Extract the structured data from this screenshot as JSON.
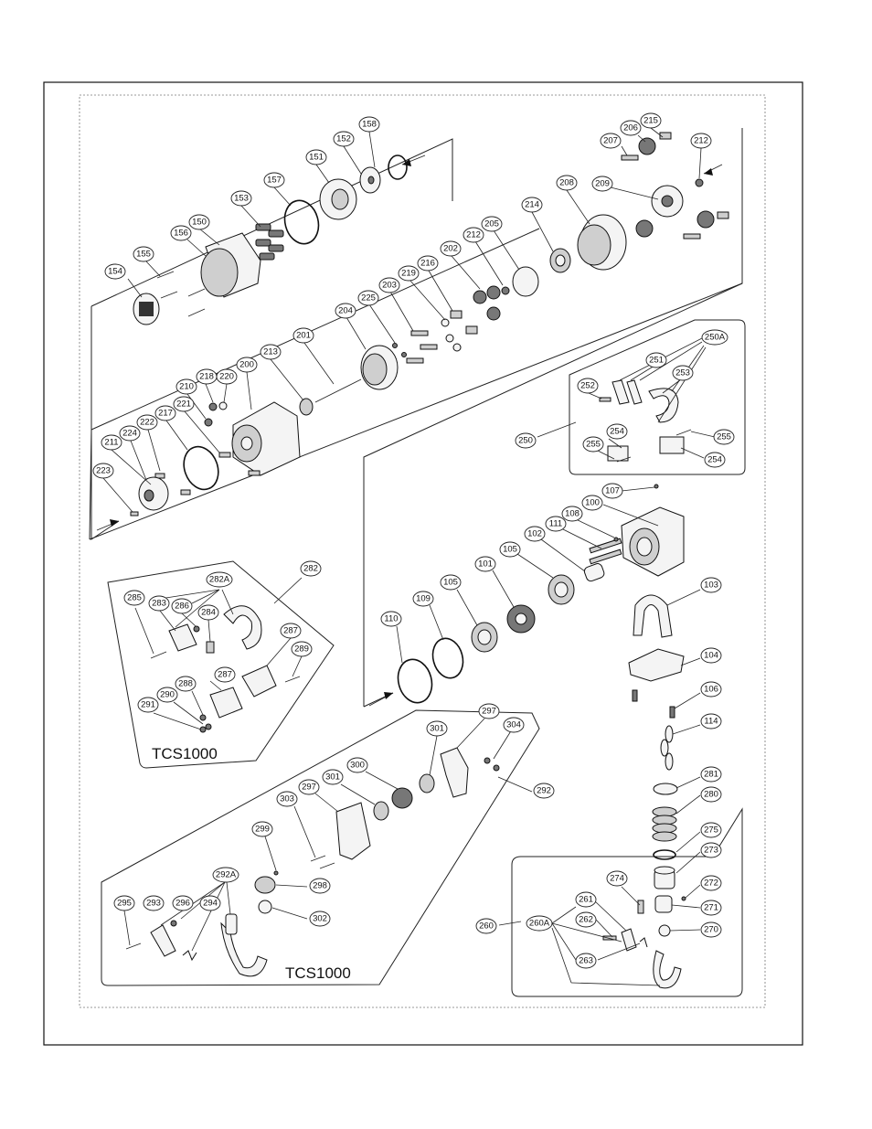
{
  "drawing": {
    "model_labels": [
      "TCS1000",
      "TCS1000"
    ],
    "callouts": {
      "c158": "158",
      "c152": "152",
      "c151": "151",
      "c157": "157",
      "c153": "153",
      "c150": "150",
      "c156": "156",
      "c155": "155",
      "c154": "154",
      "c215": "215",
      "c206": "206",
      "c207": "207",
      "c212a": "212",
      "c209": "209",
      "c208": "208",
      "c214": "214",
      "c205": "205",
      "c212b": "212",
      "c202": "202",
      "c216": "216",
      "c219": "219",
      "c203": "203",
      "c225": "225",
      "c204": "204",
      "c201": "201",
      "c213": "213",
      "c200": "200",
      "c220": "220",
      "c218": "218",
      "c210": "210",
      "c221": "221",
      "c217": "217",
      "c222": "222",
      "c224": "224",
      "c211": "211",
      "c223": "223",
      "c250A": "250A",
      "c251": "251",
      "c252": "252",
      "c253": "253",
      "c250": "250",
      "c254a": "254",
      "c255a": "255",
      "c255b": "255",
      "c254b": "254",
      "c107": "107",
      "c100": "100",
      "c108": "108",
      "c111": "111",
      "c102": "102",
      "c105a": "105",
      "c101": "101",
      "c105b": "105",
      "c109": "109",
      "c110": "110",
      "c103": "103",
      "c104": "104",
      "c106": "106",
      "c114": "114",
      "c282A": "282A",
      "c282": "282",
      "c285": "285",
      "c283": "283",
      "c286": "286",
      "c284": "284",
      "c287a": "287",
      "c289": "289",
      "c287b": "287",
      "c288": "288",
      "c290": "290",
      "c291": "291",
      "c297a": "297",
      "c304": "304",
      "c301a": "301",
      "c300": "300",
      "c301b": "301",
      "c297b": "297",
      "c292": "292",
      "c303": "303",
      "c299": "299",
      "c298": "298",
      "c302": "302",
      "c292A": "292A",
      "c295": "295",
      "c293": "293",
      "c296": "296",
      "c294": "294",
      "c281": "281",
      "c280": "280",
      "c275": "275",
      "c273": "273",
      "c274": "274",
      "c272": "272",
      "c271": "271",
      "c261": "261",
      "c262": "262",
      "c260": "260",
      "c260A": "260A",
      "c270": "270",
      "c263": "263"
    }
  }
}
